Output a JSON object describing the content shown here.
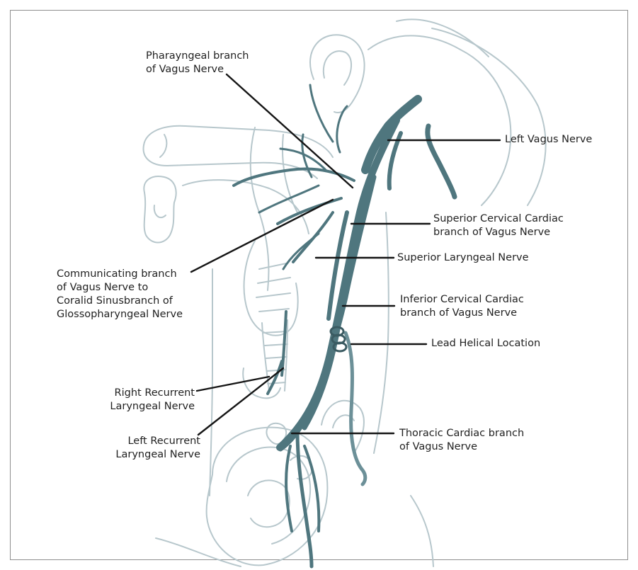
{
  "colors": {
    "outline": "#b7c7cc",
    "nerve": "#4f767e",
    "nerve_light": "#6c9098",
    "leader": "#151515",
    "text": "#222222",
    "border": "#8f8f8f"
  },
  "labels": {
    "pharyngeal": "Pharayngeal branch\nof Vagus Nerve",
    "left_vagus": "Left Vagus Nerve",
    "superior_cervical": "Superior Cervical Cardiac\nbranch of Vagus Nerve",
    "superior_laryngeal": "Superior Laryngeal Nerve",
    "communicating": "Communicating branch\nof Vagus Nerve to\nCoralid Sinusbranch of\nGlossopharyngeal Nerve",
    "inferior_cervical": "Inferior Cervical Cardiac\nbranch of Vagus Nerve",
    "lead_helical": "Lead Helical Location",
    "right_recurrent": "Right Recurrent\nLaryngeal Nerve",
    "left_recurrent": "Left Recurrent\nLaryngeal Nerve",
    "thoracic": "Thoracic Cardiac branch\nof Vagus Nerve"
  }
}
